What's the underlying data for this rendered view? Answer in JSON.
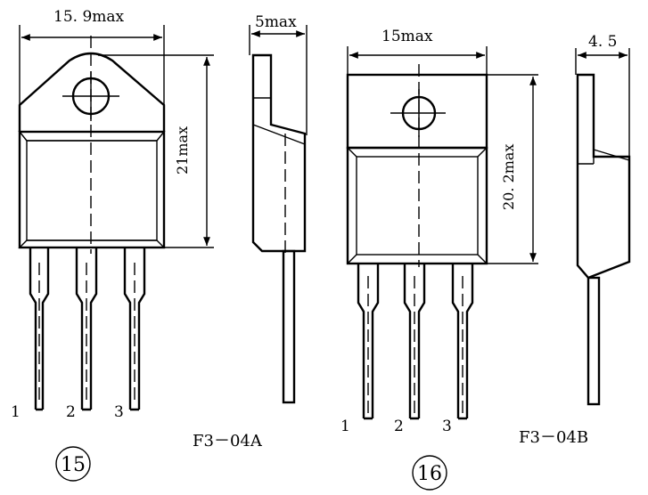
{
  "package_15": {
    "width_dim": "15. 9max",
    "height_dim": "21max",
    "thickness_dim": "5max",
    "pins": [
      "1",
      "2",
      "3"
    ],
    "code": "F3－04A",
    "number": "15"
  },
  "package_16": {
    "width_dim": "15max",
    "height_dim": "20. 2max",
    "thickness_dim": "4. 5",
    "pins": [
      "1",
      "2",
      "3"
    ],
    "code": "F3－04B",
    "number": "16"
  }
}
